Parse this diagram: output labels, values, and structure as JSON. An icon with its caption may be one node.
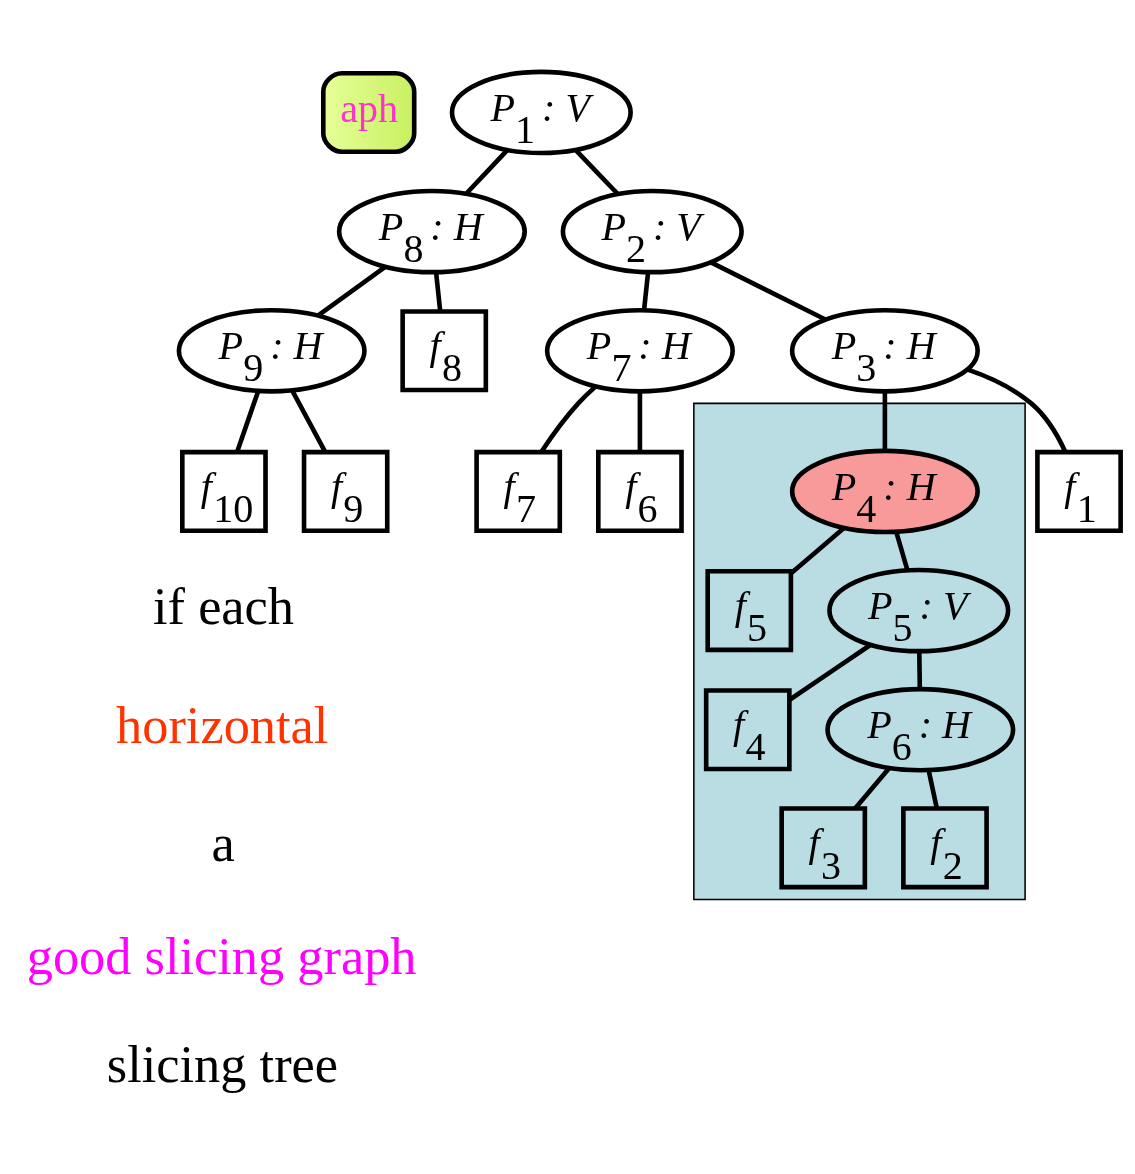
{
  "diagram": {
    "nodes": [
      {
        "text": [
          "aph"
        ]
      },
      {
        "text": [
          "P$_{1}$ : V"
        ]
      },
      {
        "text": [
          "P$_{2}$ : V"
        ]
      },
      {
        "text": [
          "P$_{8}$ : H"
        ]
      },
      {
        "text": [
          "P$_{9}$ : H"
        ]
      },
      {
        "text": [
          "f$_{8}$"
        ]
      },
      {
        "text": [
          "P$_{7}$ : H"
        ]
      },
      {
        "text": [
          "P$_{3}$ : H"
        ]
      },
      {
        "text": [],
        "shape": "polygon"
      },
      {
        "text": [
          "f$_{10}$"
        ]
      },
      {
        "text": [
          "f$_{9}$"
        ]
      },
      {
        "text": [
          "f$_{7}$"
        ]
      },
      {
        "text": [
          "f$_{6}$"
        ]
      },
      {
        "text": [
          "P$_{4}$ : H"
        ],
        "in": 8
      },
      {
        "text": [
          "f$_{1}$"
        ]
      },
      {
        "text": [
          "f$_{5}$"
        ],
        "in": 8
      },
      {
        "text": [
          "P$_{5}$ : V"
        ],
        "in": 8
      },
      {
        "text": [
          "f$_{4}$"
        ],
        "in": 8
      },
      {
        "text": [
          "P$_{6}$ : H"
        ],
        "in": 8
      },
      {
        "text": [
          "f$_{3}$"
        ],
        "in": 8
      },
      {
        "text": [
          "f$_{2}$"
        ],
        "in": 8
      }
    ],
    "edges": [
      {
        "from": 1,
        "to": 3,
        "arrow": "none"
      },
      {
        "from": 1,
        "to": 2,
        "arrow": "none"
      },
      {
        "from": 3,
        "to": 4,
        "arrow": "none"
      },
      {
        "from": 3,
        "to": 5,
        "arrow": "none"
      },
      {
        "from": 2,
        "to": 6,
        "arrow": "none"
      },
      {
        "from": 2,
        "to": 7,
        "arrow": "none"
      },
      {
        "from": 4,
        "to": 9,
        "arrow": "none"
      },
      {
        "from": 4,
        "to": 10,
        "arrow": "none"
      },
      {
        "from": 6,
        "to": 11,
        "arrow": "none"
      },
      {
        "from": 6,
        "to": 12,
        "arrow": "none"
      },
      {
        "from": 7,
        "to": 13,
        "arrow": "none"
      },
      {
        "from": 7,
        "to": 14,
        "arrow": "none"
      },
      {
        "from": 13,
        "to": 15,
        "arrow": "none"
      },
      {
        "from": 13,
        "to": 16,
        "arrow": "none"
      },
      {
        "from": 16,
        "to": 17,
        "arrow": "none"
      },
      {
        "from": 16,
        "to": 18,
        "arrow": "none"
      },
      {
        "from": 18,
        "to": 19,
        "arrow": "none"
      },
      {
        "from": 18,
        "to": 20,
        "arrow": "none"
      }
    ],
    "labels": [
      "if each",
      "horizontal",
      "a",
      "good slicing graph",
      "slicing tree"
    ]
  }
}
